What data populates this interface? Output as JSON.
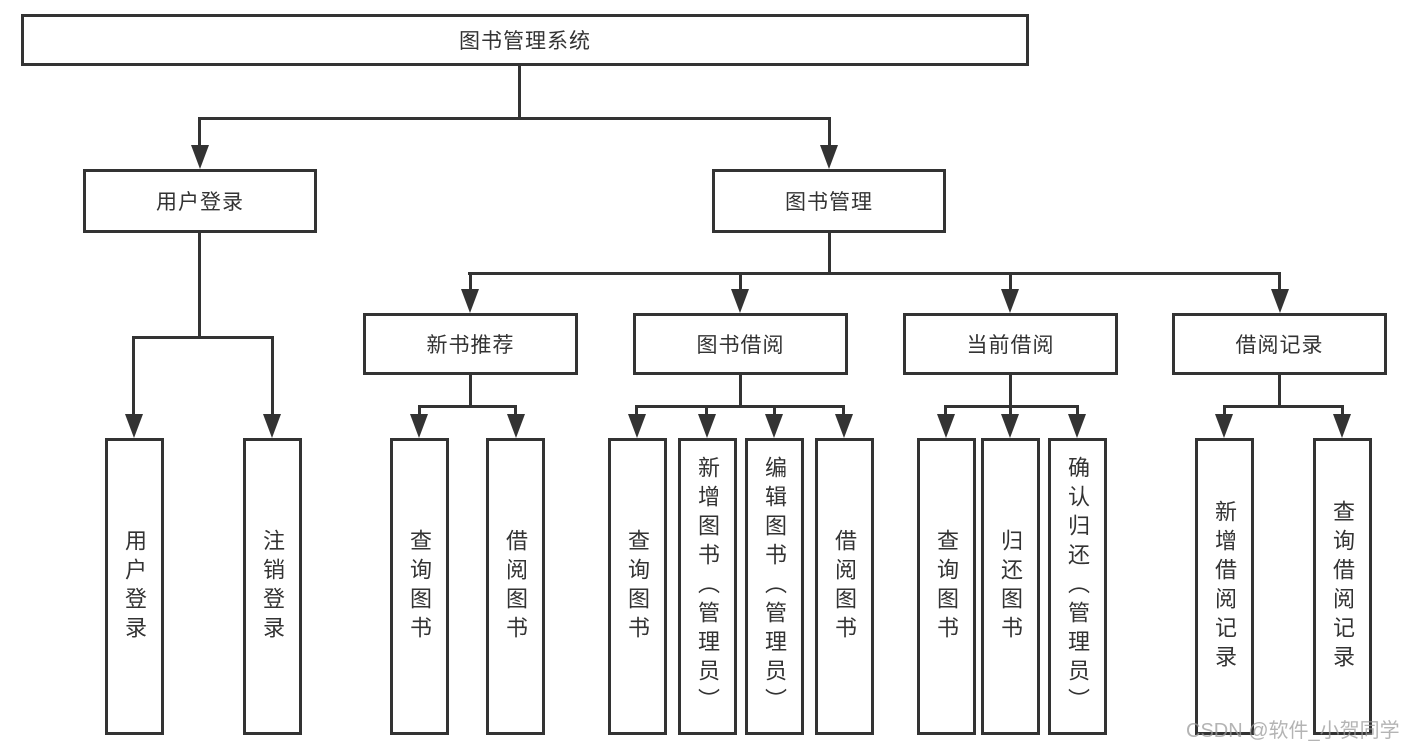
{
  "tree": {
    "root": {
      "label": "图书管理系统"
    },
    "branches": [
      {
        "label": "用户登录",
        "children": [
          {
            "label": "用户登录"
          },
          {
            "label": "注销登录"
          }
        ]
      },
      {
        "label": "图书管理",
        "children": [
          {
            "label": "新书推荐",
            "children": [
              {
                "label": "查询图书"
              },
              {
                "label": "借阅图书"
              }
            ]
          },
          {
            "label": "图书借阅",
            "children": [
              {
                "label": "查询图书"
              },
              {
                "label": "新增图书（管理员）"
              },
              {
                "label": "编辑图书（管理员）"
              },
              {
                "label": "借阅图书"
              }
            ]
          },
          {
            "label": "当前借阅",
            "children": [
              {
                "label": "查询图书"
              },
              {
                "label": "归还图书"
              },
              {
                "label": "确认归还（管理员）"
              }
            ]
          },
          {
            "label": "借阅记录",
            "children": [
              {
                "label": "新增借阅记录"
              },
              {
                "label": "查询借阅记录"
              }
            ]
          }
        ]
      }
    ]
  },
  "watermark": "CSDN @软件_小贺同学",
  "colors": {
    "line": "#333333",
    "border": "#333333",
    "text": "#333333",
    "watermark": "#9b9b9b",
    "background": "#ffffff"
  }
}
